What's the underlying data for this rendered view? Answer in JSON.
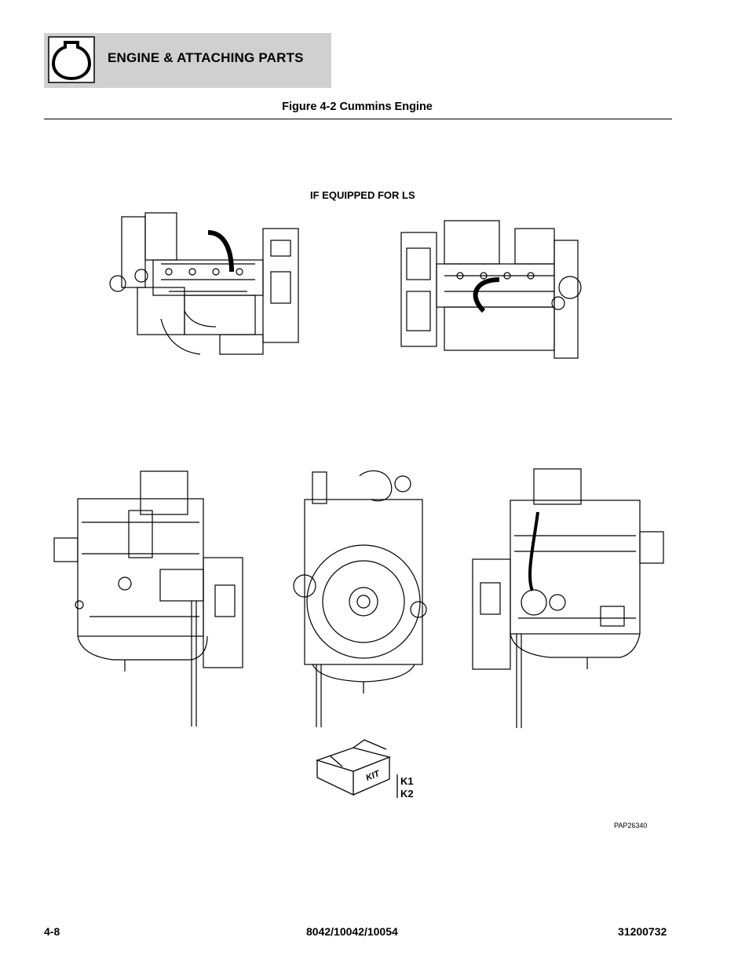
{
  "header": {
    "section_title": "ENGINE & ATTACHING PARTS",
    "icon": "engine-section-icon"
  },
  "figure": {
    "title": "Figure 4-2 Cummins Engine",
    "note": "IF EQUIPPED FOR LS",
    "kit_text": "KIT",
    "kit_items": [
      "K1",
      "K2"
    ],
    "drawing_id": "PAP26340"
  },
  "footer": {
    "page_number": "4-8",
    "models": "8042/10042/10054",
    "doc_number": "31200732"
  }
}
